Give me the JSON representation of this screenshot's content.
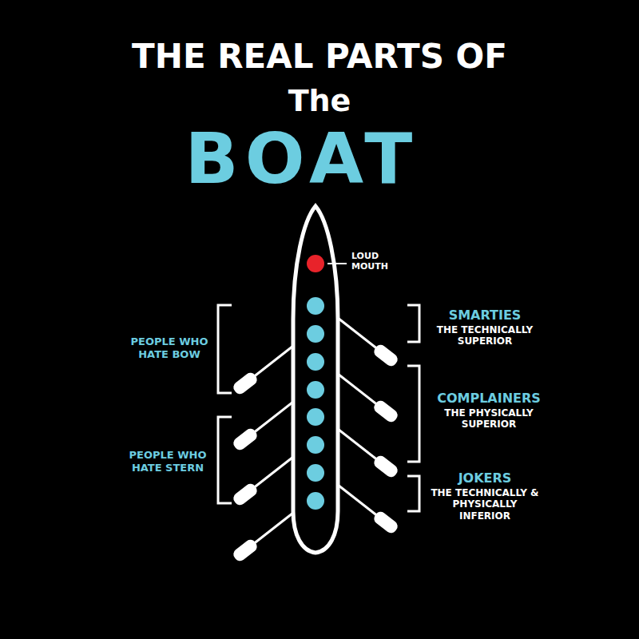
{
  "diagram": {
    "title": "THE REAL PARTS OF",
    "labels": [
      "The",
      "BOAT",
      "LOUD MOUTH",
      "SMARTIES",
      "THE TECHNICALLY SUPERIOR",
      "COMPLAINERS",
      "THE PHYSICALLY SUPERIOR",
      "JOKERS",
      "THE TECHNICALLY & PHYSICALLY INFERIOR",
      "PEOPLE WHO HATE BOW",
      "PEOPLE WHO HATE STERN"
    ]
  }
}
